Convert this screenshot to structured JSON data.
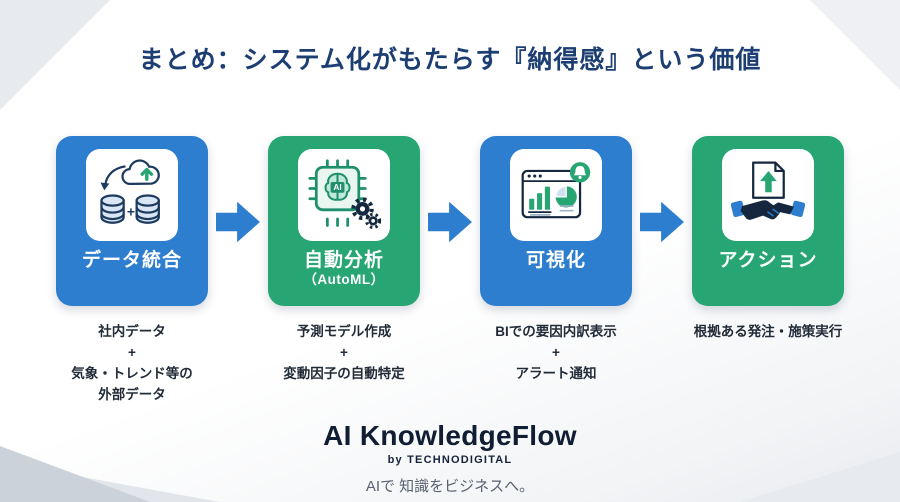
{
  "title": "まとめ：システム化がもたらす『納得感』という価値",
  "colors": {
    "blue": "#2e7ed0",
    "green": "#27a572",
    "title": "#1c3e73"
  },
  "steps": [
    {
      "label": "データ統合",
      "sublabel": "",
      "color": "#2e7ed0",
      "icon": "data-integration-icon",
      "description": "社内データ\n+\n気象・トレンド等の\n外部データ"
    },
    {
      "label": "自動分析",
      "sublabel": "（AutoML）",
      "color": "#27a572",
      "icon": "automl-icon",
      "description": "予測モデル作成\n+\n変動因子の自動特定"
    },
    {
      "label": "可視化",
      "sublabel": "",
      "color": "#2e7ed0",
      "icon": "visualization-icon",
      "description": "BIでの要因内訳表示\n+\nアラート通知"
    },
    {
      "label": "アクション",
      "sublabel": "",
      "color": "#27a572",
      "icon": "action-icon",
      "description": "根拠ある発注・施策実行"
    }
  ],
  "footer": {
    "brand": "AI KnowledgeFlow",
    "byline": "by TECHNODIGITAL",
    "tagline": "AIで 知識をビジネスへ。"
  }
}
